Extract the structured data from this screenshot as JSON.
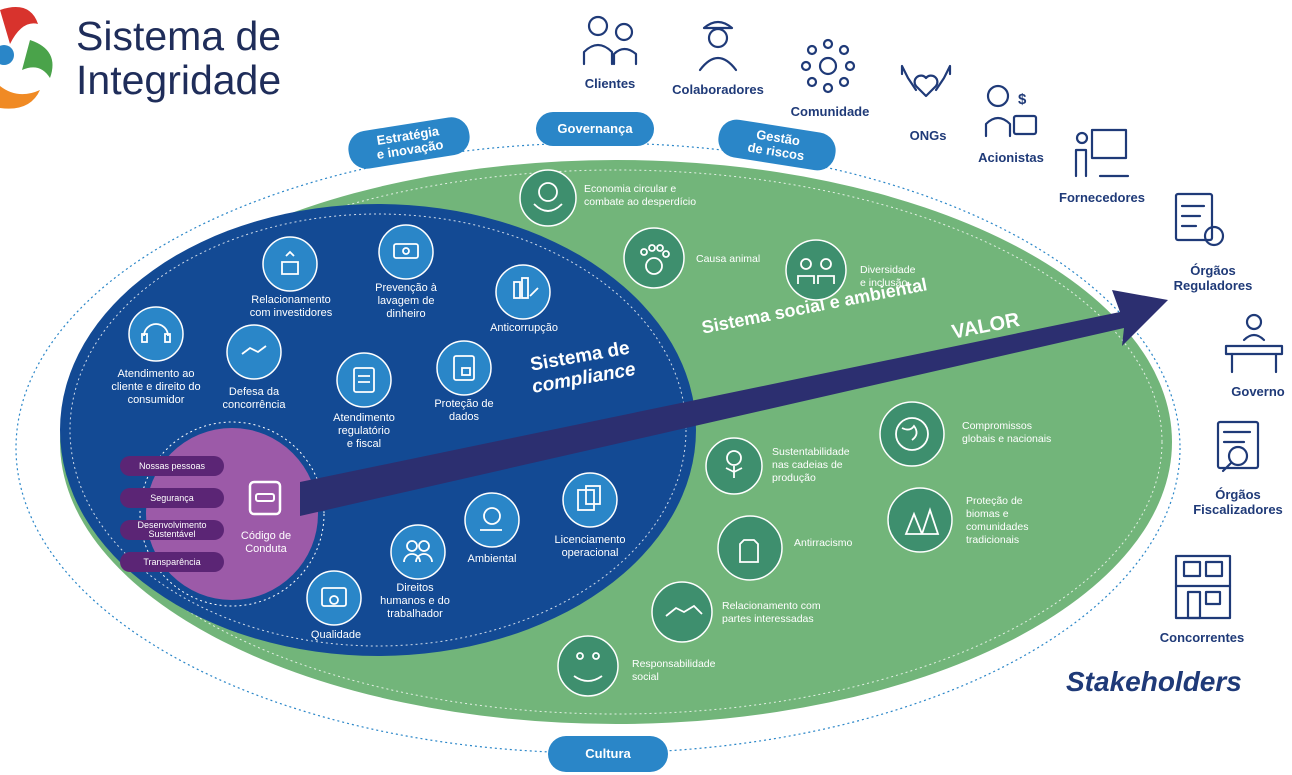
{
  "title": {
    "line1": "Sistema de",
    "line2": "Integridade"
  },
  "pills": {
    "estrategia": "Estratégia\ne inovação",
    "governanca": "Governança",
    "gestao": "Gestão\nde riscos",
    "cultura": "Cultura"
  },
  "arrow_label": "VALOR",
  "compliance_title": {
    "line1": "Sistema de",
    "line2": "compliance"
  },
  "social_title": "Sistema social e ambiental",
  "stakeholders_title": "Stakeholders",
  "codigo": {
    "label": "Código de\nConduta"
  },
  "codigo_tags": [
    "Nossas pessoas",
    "Segurança",
    "Desenvolvimento\nSustentável",
    "Transparência"
  ],
  "compliance_items": {
    "investidores": "Relacionamento\ncom investidores",
    "lavagem": "Prevenção à\nlavagem de\ndinheiro",
    "anticorrupcao": "Anticorrupção",
    "atendimento": "Atendimento ao\ncliente e direito do\nconsumidor",
    "concorrencia": "Defesa da\nconcorrência",
    "regulatorio": "Atendimento\nregulatório\ne fiscal",
    "dados": "Proteção de\ndados",
    "licenciamento": "Licenciamento\noperacional",
    "ambiental": "Ambiental",
    "direitos": "Direitos\nhumanos e do\ntrabalhador",
    "qualidade": "Qualidade"
  },
  "social_items": {
    "economia": "Economia circular e\ncombate ao desperdício",
    "animal": "Causa animal",
    "diversidade": "Diversidade\ne inclusão",
    "sustentabilidade": "Sustentabilidade\nnas cadeias de\nprodução",
    "compromissos": "Compromissos\nglobais e nacionais",
    "biomas": "Proteção de\nbiomas e\ncomunidades\ntradicionais",
    "antirracismo": "Antirracismo",
    "partes": "Relacionamento com\npartes interessadas",
    "responsabilidade": "Responsabilidade\nsocial"
  },
  "stakeholders": {
    "clientes": "Clientes",
    "colaboradores": "Colaboradores",
    "comunidade": "Comunidade",
    "ongs": "ONGs",
    "acionistas": "Acionistas",
    "fornecedores": "Fornecedores",
    "reguladores": "Órgãos\nReguladores",
    "governo": "Governo",
    "fiscalizadores": "Órgãos\nFiscalizadores",
    "concorrentes": "Concorrentes"
  },
  "colors": {
    "navy": "#1f3a78",
    "compliance_blue": "#134a94",
    "icon_blue": "#2a86c8",
    "green": "#72b57a",
    "icon_green": "#3e8f6e",
    "purple": "#9c5aa8",
    "tag_purple": "#5b2575",
    "arrow": "#2c2f70"
  }
}
